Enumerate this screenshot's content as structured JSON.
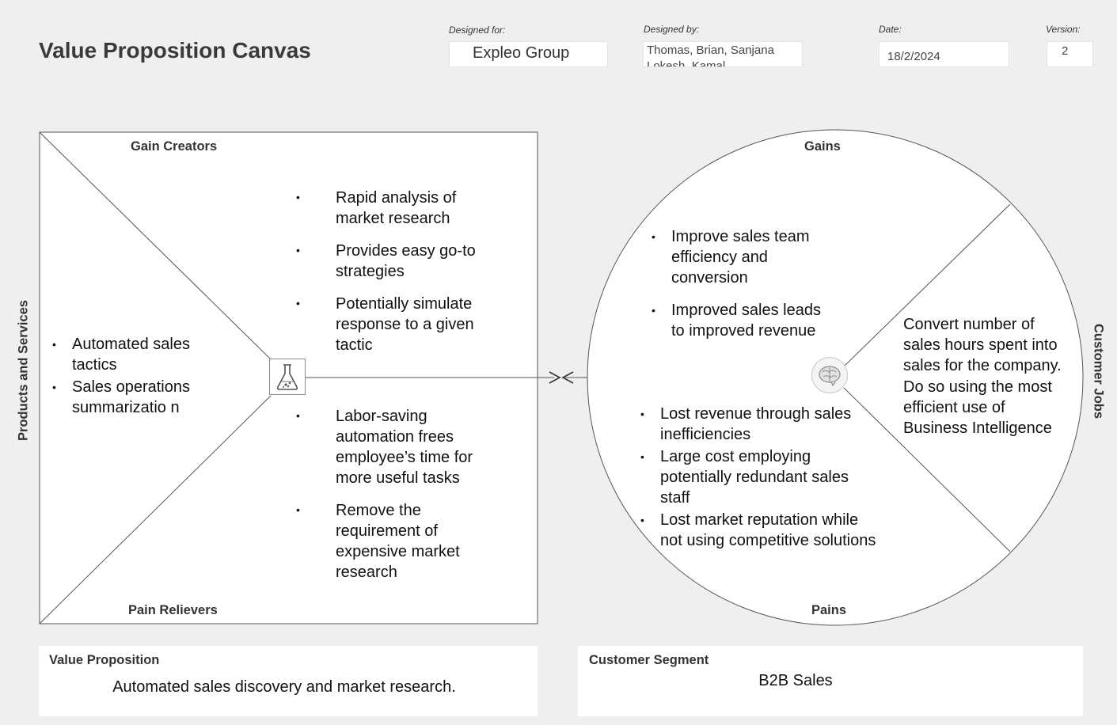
{
  "title": "Value Proposition Canvas",
  "header": {
    "designed_for_label": "Designed for:",
    "designed_for": "Expleo Group",
    "designed_by_label": "Designed by:",
    "designed_by_line1": "Thomas, Brian, Sanjana",
    "designed_by_line2": "Lokesh, Kamal",
    "date_label": "Date:",
    "date": "18/2/2024",
    "version_label": "Version:",
    "version": "2"
  },
  "value_map": {
    "gain_creators_label": "Gain Creators",
    "pain_relievers_label": "Pain Relievers",
    "products_services_label": "Products and Services",
    "products_services": [
      [
        "Automated sales",
        "tactics"
      ],
      [
        "Sales operations",
        "summarizatio n"
      ]
    ],
    "gain_creators": [
      [
        "Rapid analysis of",
        "market research"
      ],
      [
        "Provides easy go-to",
        "strategies"
      ],
      [
        "Potentially simulate",
        "response to a given",
        "tactic"
      ]
    ],
    "pain_relievers": [
      [
        "Labor-saving",
        "automation frees",
        "employee’s time for",
        "more useful tasks"
      ],
      [
        "Remove the",
        "requirement of",
        "expensive market",
        "research"
      ]
    ],
    "icon": "flask-icon"
  },
  "customer_profile": {
    "gains_label": "Gains",
    "pains_label": "Pains",
    "jobs_label": "Customer Jobs",
    "gains": [
      [
        "Improve sales team",
        "efficiency and",
        "conversion"
      ],
      [
        "Improved sales leads",
        "to improved revenue"
      ]
    ],
    "pains": [
      [
        "Lost revenue through sales",
        "inefficiencies"
      ],
      [
        "Large cost employing",
        "potentially redundant sales",
        "staff"
      ],
      [
        "Lost market reputation while",
        "not using competitive solutions"
      ]
    ],
    "jobs": [
      "Convert number of",
      "sales hours spent into",
      "sales for the company.",
      "Do so using the most",
      "efficient use of",
      "Business Intelligence"
    ],
    "icon": "brain-icon"
  },
  "value_proposition": {
    "label": "Value Proposition",
    "text": "Automated sales discovery and market research."
  },
  "customer_segment": {
    "label": "Customer Segment",
    "text": "B2B Sales"
  }
}
